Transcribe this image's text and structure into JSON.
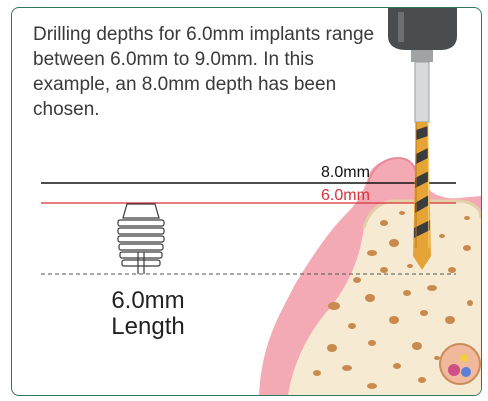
{
  "description": "Drilling depths for 6.0mm implants range between 6.0mm to 9.0mm. In this example, an 8.0mm depth has been chosen.",
  "depth_lines": {
    "selected": {
      "label": "8.0mm",
      "color": "#111111"
    },
    "minimum": {
      "label": "6.0mm",
      "color": "#d8313a"
    }
  },
  "implant": {
    "length_value": "6.0mm",
    "length_word": "Length"
  },
  "colors": {
    "frame": "#2f7a5b",
    "gum": "#f4aab5",
    "bone": "#f6ead2",
    "drill": "#e7a436",
    "handpiece": "#4a4d50"
  }
}
